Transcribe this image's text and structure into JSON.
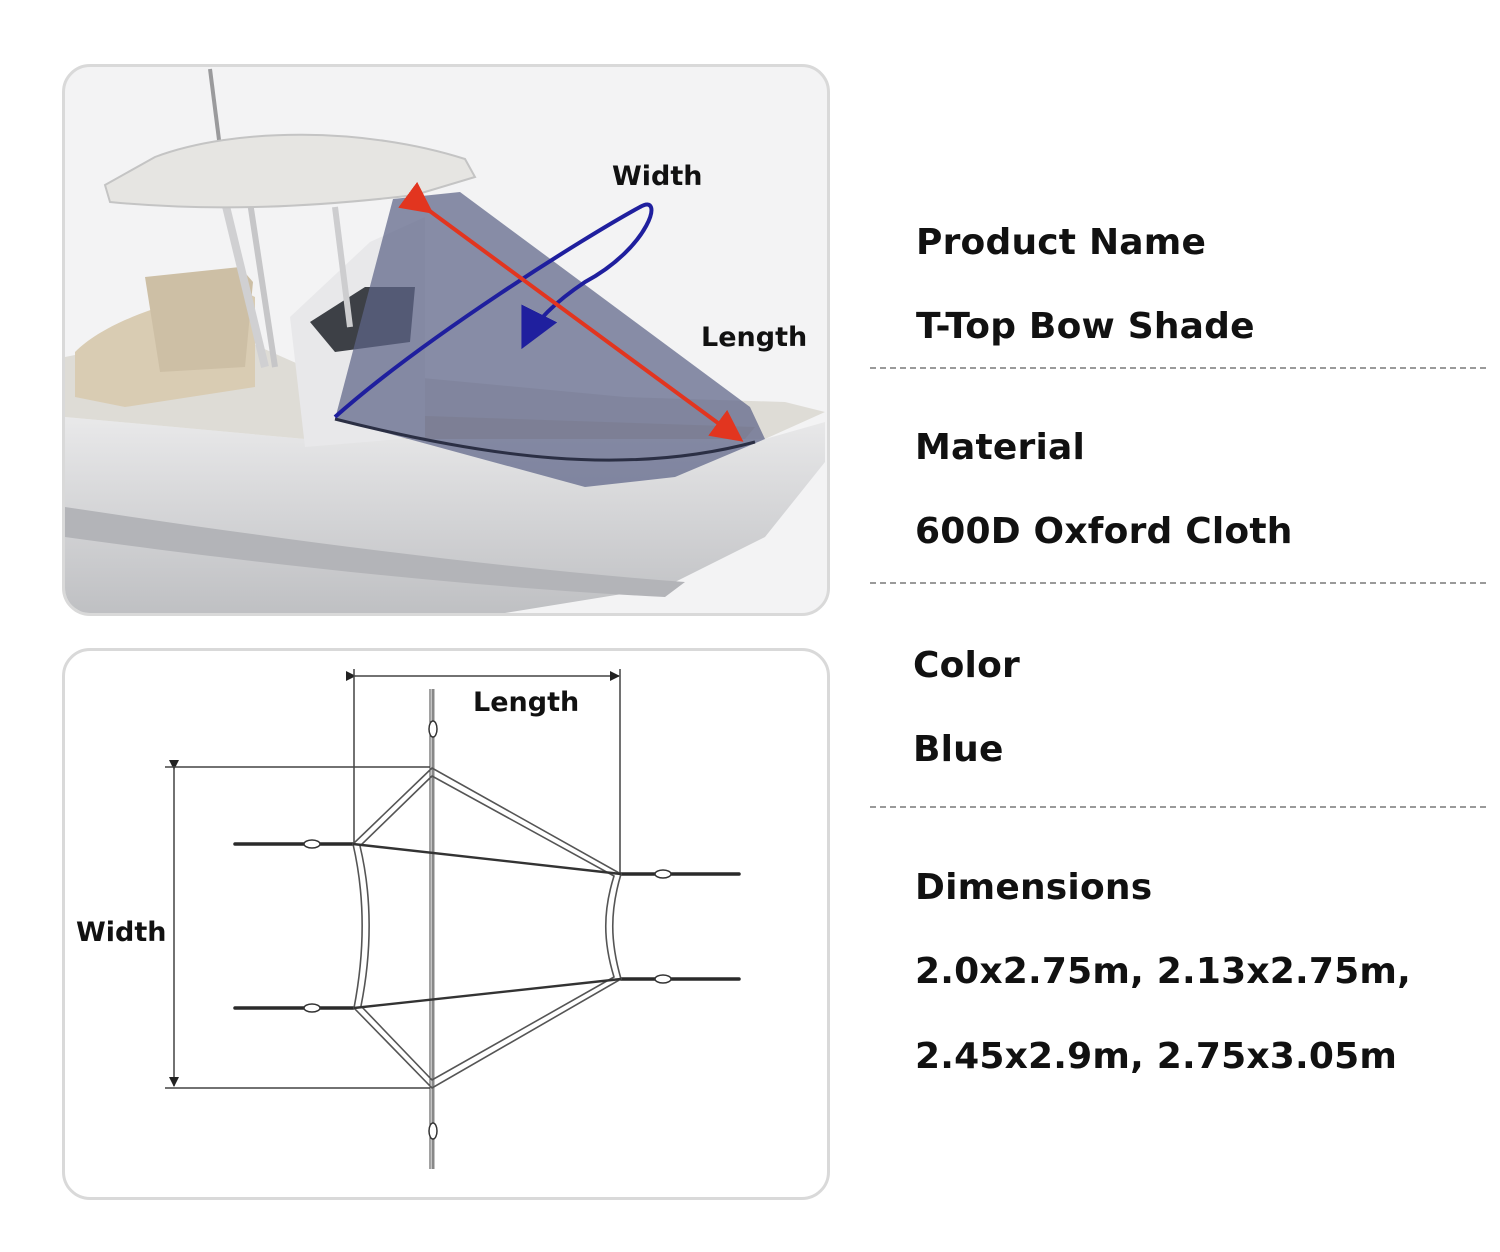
{
  "photo_labels": {
    "width": "Width",
    "length": "Length"
  },
  "diagram_labels": {
    "length": "Length",
    "width": "Width"
  },
  "specs": {
    "product_name": {
      "label": "Product Name",
      "value": "T-Top Bow Shade"
    },
    "material": {
      "label": "Material",
      "value": "600D Oxford Cloth"
    },
    "color": {
      "label": "Color",
      "value": "Blue"
    },
    "dimensions": {
      "label": "Dimensions",
      "line1": "2.0x2.75m, 2.13x2.75m,",
      "line2": "2.45x2.9m, 2.75x3.05m"
    }
  },
  "colors": {
    "shade": "#5d6488",
    "width_arrow": "#1f1f9e",
    "length_arrow": "#e2351f"
  }
}
